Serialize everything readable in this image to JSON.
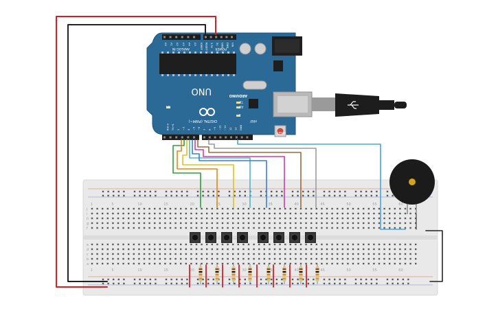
{
  "board": {
    "model": "UNO",
    "brand": "ARDUINO",
    "header_power": "POWER",
    "header_analog": "ANALOG IN",
    "header_digital": "DIGITAL (PWM~)",
    "header_aref": "AREF",
    "led_on": "ON",
    "led_tx": "TX",
    "led_rx": "RX",
    "led_l": "L",
    "reset_label": "RESET",
    "power_pins": [
      "IOREF",
      "RESET",
      "3.3V",
      "5V",
      "GND",
      "GND",
      "VIN"
    ],
    "analog_pins": [
      "A0",
      "A1",
      "A2",
      "A3",
      "A4",
      "A5"
    ],
    "digital_pins": [
      "GND",
      "13",
      "12",
      "~11",
      "~10",
      "~9",
      "8",
      "7",
      "~6",
      "~5",
      "4",
      "~3",
      "2",
      "TX→1",
      "RX←0"
    ]
  },
  "breadboard": {
    "col_numbers": [
      "1",
      "5",
      "10",
      "15",
      "20",
      "25",
      "30",
      "35",
      "40",
      "45",
      "50",
      "55",
      "60"
    ],
    "row_letters_top": [
      "j",
      "i",
      "h",
      "g",
      "f"
    ],
    "row_letters_bottom": [
      "e",
      "d",
      "c",
      "b",
      "a"
    ]
  },
  "colors": {
    "board_blue": "#2b6a96",
    "wire_red": "#d0212b",
    "wire_black": "#222222",
    "wire_green": "#2e9e3a",
    "wire_orange": "#e08a12",
    "wire_yellow": "#e3c21b",
    "wire_cyan": "#4fb3cf",
    "wire_blue": "#3a7fd1",
    "wire_purple": "#8e44c7",
    "wire_magenta": "#c83fb0",
    "wire_brown": "#9a6a3a",
    "wire_gray": "#9a9a9a",
    "wire_lightblue": "#45a7d9"
  }
}
